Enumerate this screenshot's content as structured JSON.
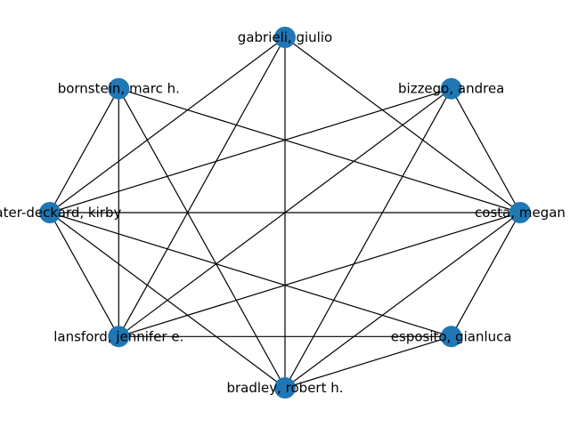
{
  "graph": {
    "node_color": "#1f77b4",
    "edge_color": "#000000",
    "nodes": [
      {
        "id": "gabrieli",
        "label": "gabrieli, giulio"
      },
      {
        "id": "bizzego",
        "label": "bizzego, andrea"
      },
      {
        "id": "costa",
        "label": "costa, megan"
      },
      {
        "id": "esposito",
        "label": "esposito, gianluca"
      },
      {
        "id": "bradley",
        "label": "bradley, robert h."
      },
      {
        "id": "lansford",
        "label": "lansford, jennifer e."
      },
      {
        "id": "deater",
        "label": "deater-deckard, kirby"
      },
      {
        "id": "bornstein",
        "label": "bornstein, marc h."
      }
    ],
    "edges": [
      [
        "gabrieli",
        "costa"
      ],
      [
        "gabrieli",
        "bradley"
      ],
      [
        "gabrieli",
        "lansford"
      ],
      [
        "gabrieli",
        "deater"
      ],
      [
        "bizzego",
        "costa"
      ],
      [
        "bizzego",
        "bradley"
      ],
      [
        "bizzego",
        "lansford"
      ],
      [
        "bizzego",
        "deater"
      ],
      [
        "costa",
        "esposito"
      ],
      [
        "costa",
        "bradley"
      ],
      [
        "costa",
        "lansford"
      ],
      [
        "costa",
        "deater"
      ],
      [
        "costa",
        "bornstein"
      ],
      [
        "esposito",
        "bradley"
      ],
      [
        "esposito",
        "lansford"
      ],
      [
        "esposito",
        "deater"
      ],
      [
        "bradley",
        "deater"
      ],
      [
        "bradley",
        "bornstein"
      ],
      [
        "lansford",
        "deater"
      ],
      [
        "lansford",
        "bornstein"
      ],
      [
        "deater",
        "bornstein"
      ]
    ]
  }
}
